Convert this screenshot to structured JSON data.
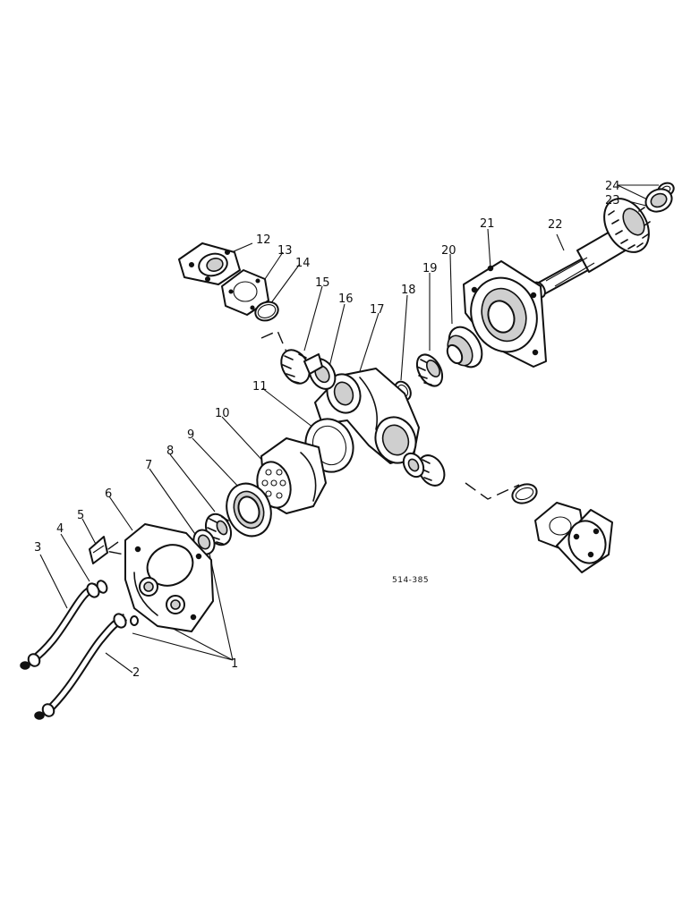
{
  "diagram": {
    "reference_code": "514-385",
    "callouts": [
      "1",
      "2",
      "3",
      "4",
      "5",
      "6",
      "7",
      "8",
      "9",
      "10",
      "11",
      "12",
      "13",
      "14",
      "15",
      "16",
      "17",
      "18",
      "19",
      "20",
      "21",
      "22",
      "23",
      "24"
    ]
  }
}
